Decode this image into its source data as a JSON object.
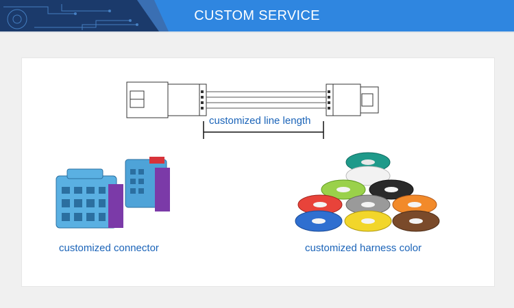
{
  "banner": {
    "title": "CUSTOM SERVICE"
  },
  "captions": {
    "line_length": "customized line length",
    "connector": "customized connector",
    "harness_color": "customized harness color"
  },
  "colors": {
    "banner_blue": "#2f86e0",
    "banner_dark": "#1b3a6b",
    "caption_blue": "#1a63b8",
    "connector_blue": "#4ea3d8",
    "connector_purple": "#7b3aa8"
  },
  "wire_spools": [
    "teal",
    "white",
    "yellow-green",
    "black",
    "red",
    "gray",
    "orange",
    "blue",
    "yellow",
    "brown"
  ]
}
